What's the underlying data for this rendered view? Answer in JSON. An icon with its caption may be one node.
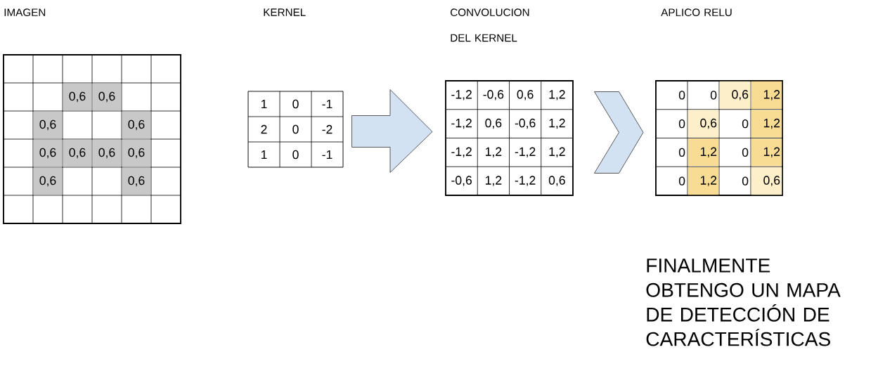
{
  "diagram": {
    "nodes": [
      {
        "text": [
          "0,6",
          "0,6",
          "0,6",
          "0,6",
          "0,6",
          "0,6",
          "0,6",
          "0,6",
          "0,6",
          "0,6"
        ]
      },
      {
        "text": [
          "1",
          "0",
          "-1",
          "2",
          "0",
          "-2",
          "1",
          "0",
          "-1"
        ]
      },
      {
        "text": [
          "-1,2",
          "-0,6",
          "0,6",
          "1,2",
          "-1,2",
          "0,6",
          "-0,6",
          "1,2",
          "-1,2",
          "1,2",
          "-1,2",
          "1,2",
          "-0,6",
          "1,2",
          "-1,2",
          "0,6"
        ]
      },
      {
        "text": [
          "0",
          "0",
          "0,6",
          "1,2",
          "0",
          "0,6",
          "0",
          "1,2",
          "0",
          "1,2",
          "0",
          "1,2",
          "0",
          "1,2",
          "0",
          "0,6"
        ]
      }
    ],
    "edges": [
      {
        "from": 1,
        "to": 2,
        "arrow": "to"
      },
      {
        "from": 2,
        "to": 3,
        "arrow": "to"
      }
    ],
    "labels": [
      "IMAGEN",
      "KERNEL",
      "CONVOLUCION DEL KERNEL",
      "APLICO RELU",
      "FINALMENTE OBTENGO UN MAPA DE DETECCIÓN DE CARACTERÍSTICAS"
    ]
  }
}
